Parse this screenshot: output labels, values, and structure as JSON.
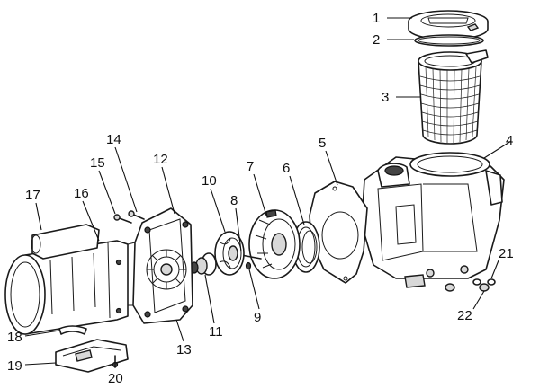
{
  "diagram": {
    "callouts": [
      {
        "id": "1",
        "label": "1"
      },
      {
        "id": "2",
        "label": "2"
      },
      {
        "id": "3",
        "label": "3"
      },
      {
        "id": "4",
        "label": "4"
      },
      {
        "id": "5",
        "label": "5"
      },
      {
        "id": "6",
        "label": "6"
      },
      {
        "id": "7",
        "label": "7"
      },
      {
        "id": "8",
        "label": "8"
      },
      {
        "id": "9",
        "label": "9"
      },
      {
        "id": "10",
        "label": "10"
      },
      {
        "id": "11",
        "label": "11"
      },
      {
        "id": "12",
        "label": "12"
      },
      {
        "id": "13",
        "label": "13"
      },
      {
        "id": "14",
        "label": "14"
      },
      {
        "id": "15",
        "label": "15"
      },
      {
        "id": "16",
        "label": "16"
      },
      {
        "id": "17",
        "label": "17"
      },
      {
        "id": "18",
        "label": "18"
      },
      {
        "id": "19",
        "label": "19"
      },
      {
        "id": "20",
        "label": "20"
      },
      {
        "id": "21",
        "label": "21"
      },
      {
        "id": "22",
        "label": "22"
      }
    ],
    "colors": {
      "ink": "#1a1a1a",
      "background": "#ffffff",
      "shade": "#d8d8d8"
    }
  }
}
